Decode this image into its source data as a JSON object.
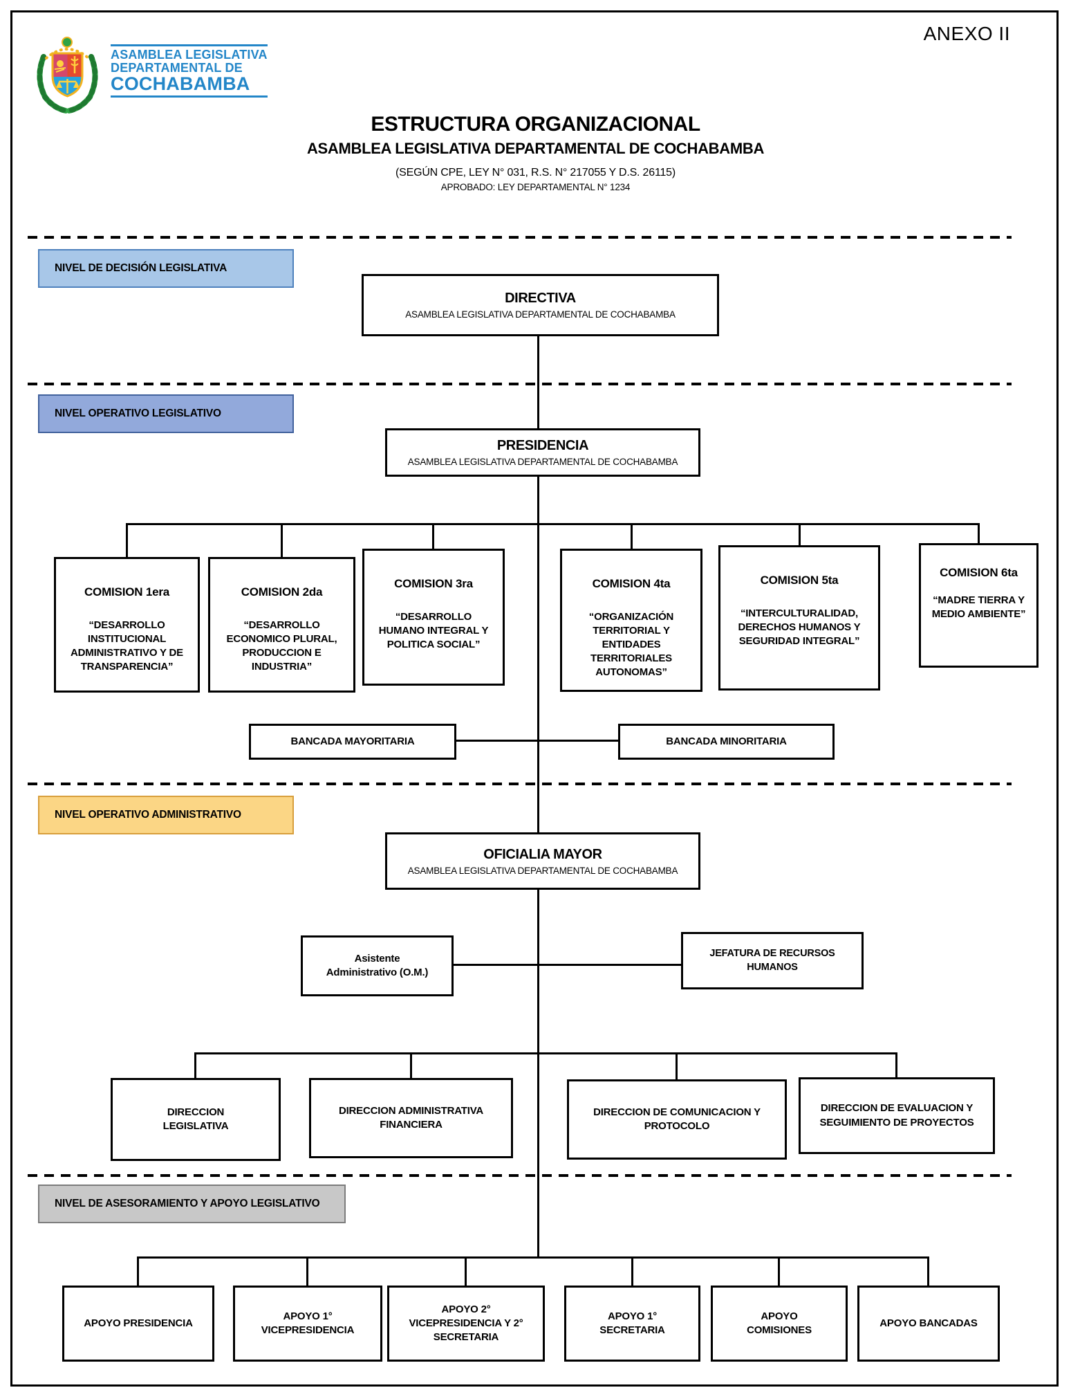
{
  "header": {
    "anexo": "ANEXO II",
    "logo_line1": "ASAMBLEA LEGISLATIVA",
    "logo_line2": "DEPARTAMENTAL DE",
    "logo_line3": "COCHABAMBA",
    "title": "ESTRUCTURA ORGANIZACIONAL",
    "subtitle": "ASAMBLEA LEGISLATIVA DEPARTAMENTAL DE COCHABAMBA",
    "legal_reference": "(SEGÚN CPE, LEY N° 031, R.S. N° 217055 Y D.S. 26115)",
    "approval": "APROBADO: LEY DEPARTAMENTAL N° 1234"
  },
  "levels": [
    {
      "label": "NIVEL DE DECISIÓN LEGISLATIVA",
      "bg": "#A8C7E8",
      "border": "#4E81BD"
    },
    {
      "label": "NIVEL OPERATIVO LEGISLATIVO",
      "bg": "#92A9DB",
      "border": "#41619C"
    },
    {
      "label": "NIVEL OPERATIVO ADMINISTRATIVO",
      "bg": "#FBD685",
      "border": "#D79E3C"
    },
    {
      "label": "NIVEL DE ASESORAMIENTO Y APOYO LEGISLATIVO",
      "bg": "#C8C8C8",
      "border": "#7C7C7C"
    }
  ],
  "org": {
    "directiva": {
      "title": "DIRECTIVA",
      "subtitle": "ASAMBLEA LEGISLATIVA DEPARTAMENTAL DE COCHABAMBA"
    },
    "presidencia": {
      "title": "PRESIDENCIA",
      "subtitle": "ASAMBLEA LEGISLATIVA DEPARTAMENTAL DE COCHABAMBA"
    },
    "oficialia": {
      "title": "OFICIALIA MAYOR",
      "subtitle": "ASAMBLEA LEGISLATIVA DEPARTAMENTAL DE COCHABAMBA"
    },
    "comisiones": [
      {
        "title": "COMISION 1era",
        "body": "“DESARROLLO INSTITUCIONAL ADMINISTRATIVO Y DE TRANSPARENCIA”"
      },
      {
        "title": "COMISION 2da",
        "body": "“DESARROLLO ECONOMICO PLURAL, PRODUCCION E INDUSTRIA”"
      },
      {
        "title": "COMISION 3ra",
        "body": "“DESARROLLO HUMANO INTEGRAL Y POLITICA SOCIAL”"
      },
      {
        "title": "COMISION 4ta",
        "body": "“ORGANIZACIÓN TERRITORIAL Y ENTIDADES TERRITORIALES AUTONOMAS”"
      },
      {
        "title": "COMISION 5ta",
        "body": "“INTERCULTURALIDAD, DERECHOS HUMANOS Y SEGURIDAD INTEGRAL”"
      },
      {
        "title": "COMISION 6ta",
        "body": "“MADRE TIERRA Y MEDIO AMBIENTE”"
      }
    ],
    "bancada_mayoritaria": "BANCADA MAYORITARIA",
    "bancada_minoritaria": "BANCADA MINORITARIA",
    "asistente": {
      "line1": "Asistente",
      "line2": "Administrativo (O.M.)"
    },
    "jefatura": "JEFATURA DE RECURSOS HUMANOS",
    "direcciones": [
      "DIRECCION LEGISLATIVA",
      "DIRECCION ADMINISTRATIVA FINANCIERA",
      "DIRECCION DE COMUNICACION Y PROTOCOLO",
      "DIRECCION DE EVALUACION Y SEGUIMIENTO DE PROYECTOS"
    ],
    "apoyos": [
      "APOYO PRESIDENCIA",
      "APOYO 1° VICEPRESIDENCIA",
      "APOYO 2° VICEPRESIDENCIA Y 2° SECRETARIA",
      "APOYO 1° SECRETARIA",
      "APOYO COMISIONES",
      "APOYO BANCADAS"
    ]
  }
}
